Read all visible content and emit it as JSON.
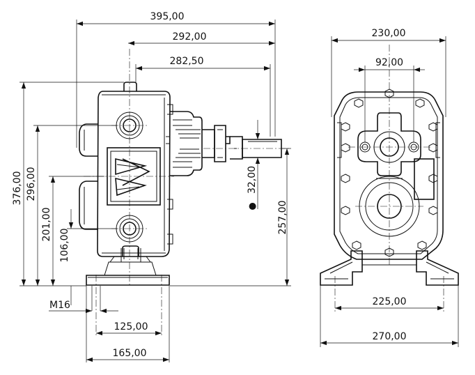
{
  "dimensions": {
    "overall_length": "395,00",
    "to_shaft_end": "292,00",
    "to_shaft_shoulder": "282,50",
    "total_height": "376,00",
    "upper_port_height": "296,00",
    "shaft_center_height": "257,00",
    "center_height": "201,00",
    "lower_port_height": "106,00",
    "shaft_diameter": "32,00",
    "bolt_thread": "M16",
    "foot_hole_spacing_side": "125,00",
    "foot_length": "165,00",
    "front_width": "230,00",
    "port_bolt_spacing": "92,00",
    "foot_hole_spacing_front": "225,00",
    "base_width": "270,00"
  },
  "symbols": {
    "diameter_symbol": "●"
  }
}
